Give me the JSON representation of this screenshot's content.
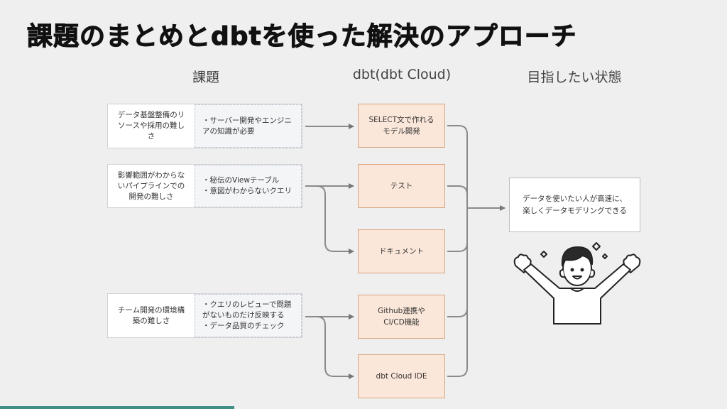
{
  "title": "課題のまとめとdbtを使った解決のアプローチ",
  "columns": {
    "issues": "課題",
    "dbt": "dbt(dbt Cloud)",
    "goal": "目指したい状態"
  },
  "issues": [
    {
      "name_lines": [
        "データ基盤整備のリ",
        "ソースや採用の難し",
        "さ"
      ],
      "detail_lines": [
        "・サーバー開発やエンジニ",
        "アの知識が必要"
      ]
    },
    {
      "name_lines": [
        "影響範囲がわからな",
        "いパイプラインでの",
        "開発の難しさ"
      ],
      "detail_lines": [
        "・秘伝のViewテーブル",
        "・意図がわからないクエリ"
      ]
    },
    {
      "name_lines": [
        "チーム開発の環境構",
        "築の難しさ"
      ],
      "detail_lines": [
        "・クエリのレビューで問題",
        "がないものだけ反映する",
        "・データ品質のチェック"
      ]
    }
  ],
  "features": [
    {
      "lines": [
        "SELECT文で作れる",
        "モデル開発"
      ]
    },
    {
      "lines": [
        "テスト"
      ]
    },
    {
      "lines": [
        "ドキュメント"
      ]
    },
    {
      "lines": [
        "Github連携や",
        "CI/CD機能"
      ]
    },
    {
      "lines": [
        "dbt Cloud IDE"
      ]
    }
  ],
  "goal_lines": [
    "データを使いたい人が高速に、",
    "楽しくデータモデリングできる"
  ]
}
